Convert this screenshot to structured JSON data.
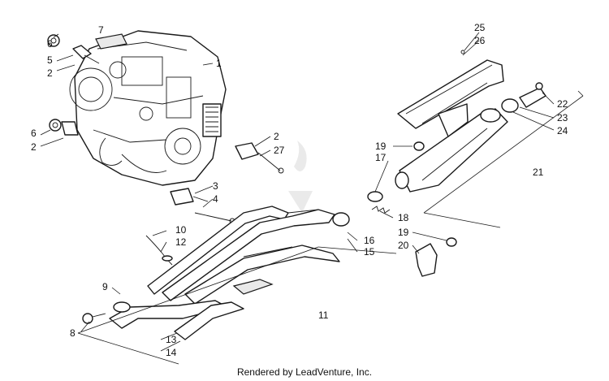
{
  "diagram": {
    "callouts": {
      "c1": "1",
      "c2a": "2",
      "c2b": "2",
      "c2c": "2",
      "c3": "3",
      "c4": "4",
      "c5": "5",
      "c6a": "6",
      "c6b": "6",
      "c7": "7",
      "c8": "8",
      "c9": "9",
      "c10": "10",
      "c11": "11",
      "c12": "12",
      "c13": "13",
      "c14": "14",
      "c15": "15",
      "c16": "16",
      "c17": "17",
      "c18": "18",
      "c19a": "19",
      "c19b": "19",
      "c20": "20",
      "c21": "21",
      "c22": "22",
      "c23": "23",
      "c24": "24",
      "c25": "25",
      "c26": "26",
      "c27": "27"
    },
    "credit": "Rendered by LeadVenture, Inc."
  }
}
